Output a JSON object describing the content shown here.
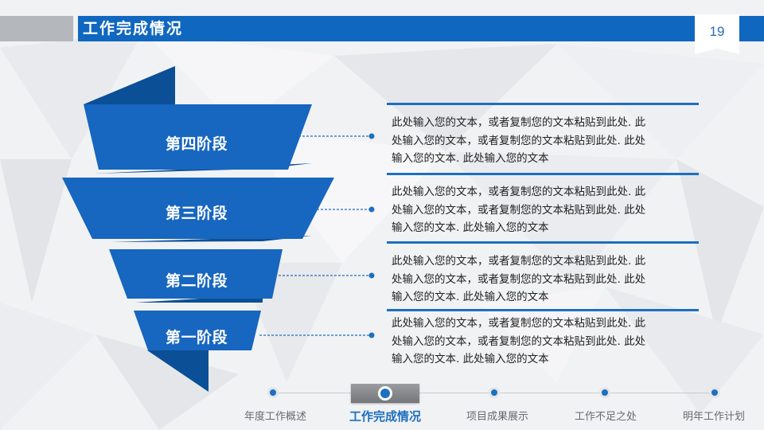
{
  "header": {
    "title": "工作完成情况",
    "page_number": "19"
  },
  "stages": [
    {
      "label": "第四阶段",
      "text": [
        "此处输入您的文本，或者复制您的文本粘贴到此处. 此",
        "处输入您的文本，或者复制您的文本粘贴到此处. 此处",
        "输入您的文本. 此处输入您的文本"
      ]
    },
    {
      "label": "第三阶段",
      "text": [
        "此处输入您的文本，或者复制您的文本粘贴到此处. 此",
        "处输入您的文本，或者复制您的文本粘贴到此处. 此处",
        "输入您的文本. 此处输入您的文本"
      ]
    },
    {
      "label": "第二阶段",
      "text": [
        "此处输入您的文本，或者复制您的文本粘贴到此处. 此",
        "处输入您的文本，或者复制您的文本粘贴到此处. 此处",
        "输入您的文本. 此处输入您的文本"
      ]
    },
    {
      "label": "第一阶段",
      "text": [
        "此处输入您的文本，或者复制您的文本粘贴到此处. 此",
        "处输入您的文本，或者复制您的文本粘贴到此处. 此处",
        "输入您的文本. 此处输入您的文本"
      ]
    }
  ],
  "nav": {
    "items": [
      "年度工作概述",
      "工作完成情况",
      "项目成果展示",
      "工作不足之处",
      "明年工作计划"
    ],
    "active_index": 1
  },
  "colors": {
    "primary_blue": "#0f67c0",
    "dark_blue": "#0b4f96",
    "header_gray": "#b4b7bc"
  }
}
